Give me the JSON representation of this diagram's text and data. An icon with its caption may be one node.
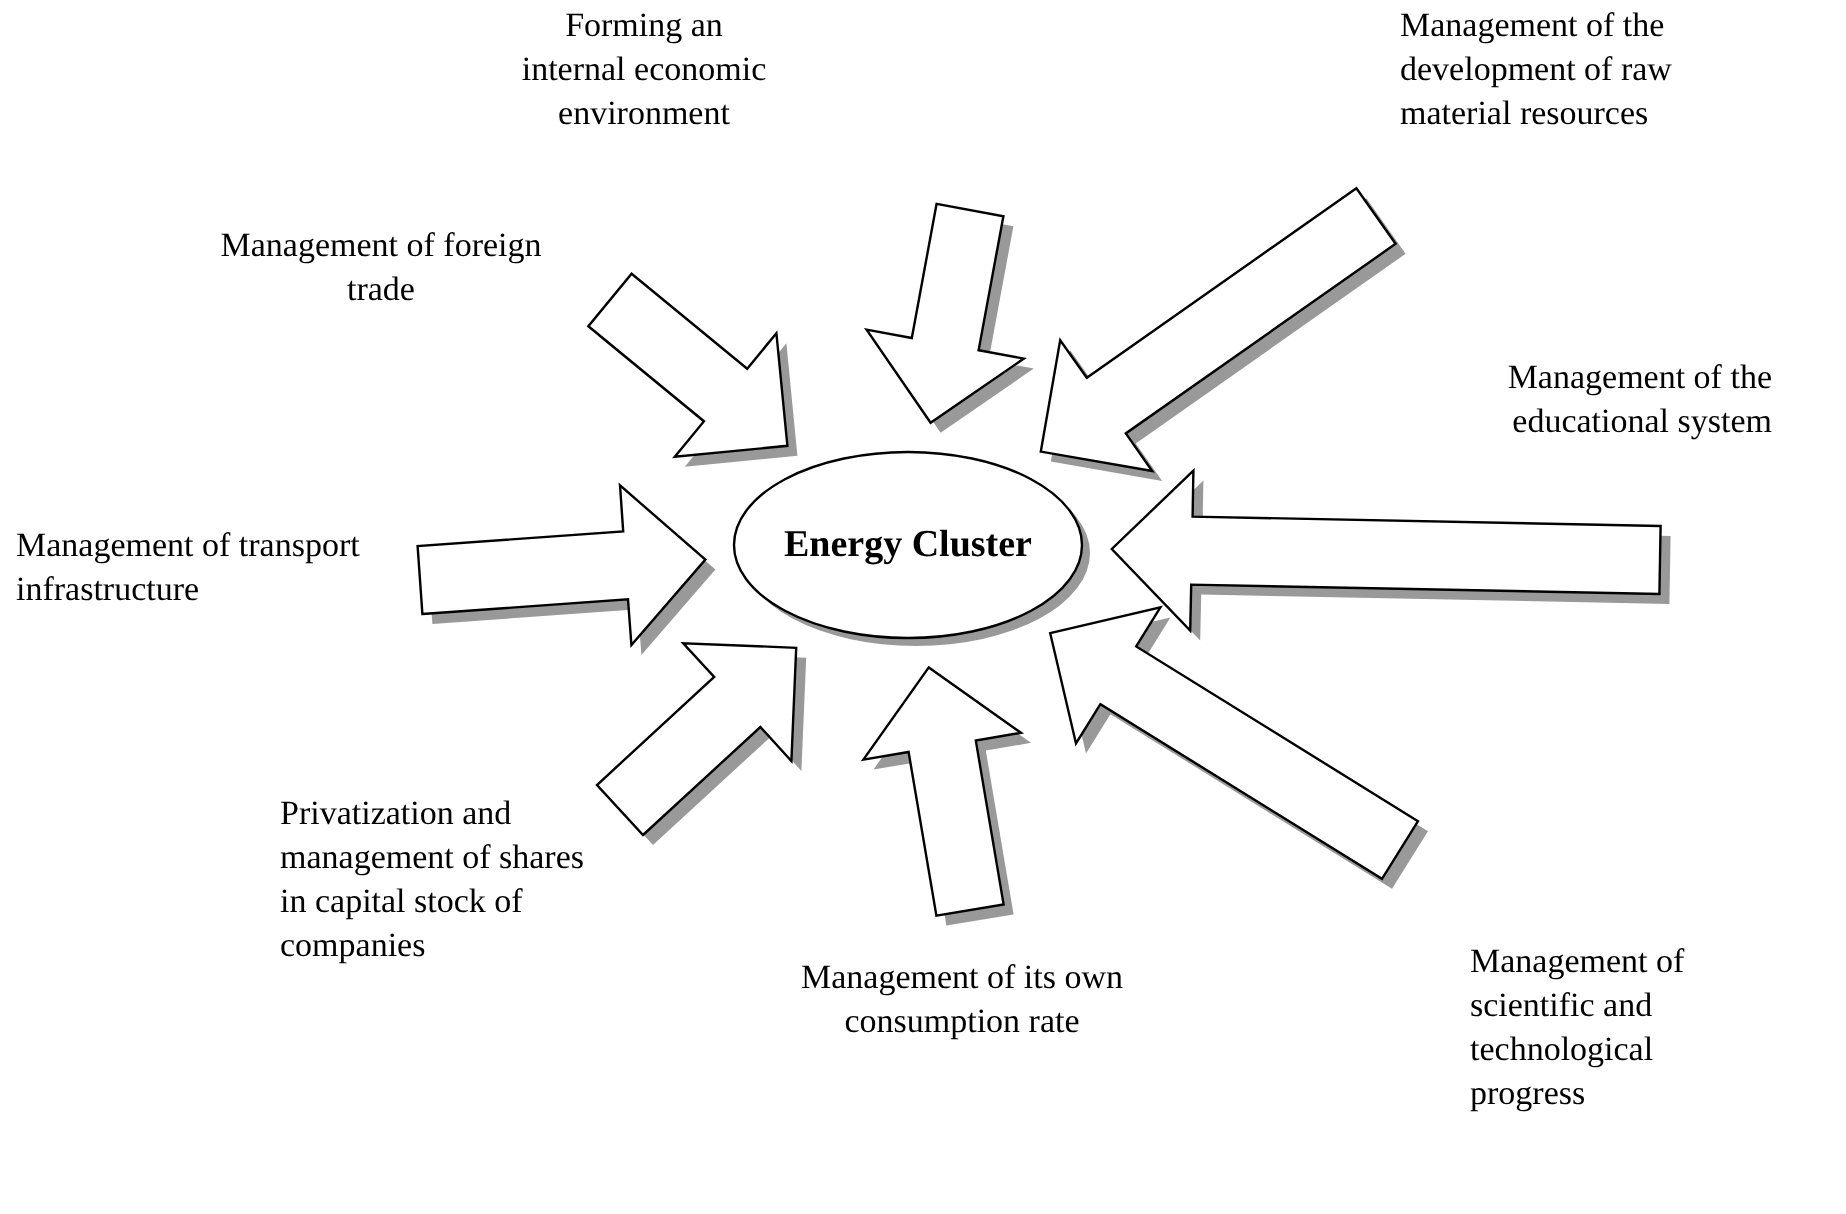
{
  "diagram": {
    "nodes": [
      {
        "text": [
          "Energy Cluster"
        ]
      },
      {
        "text": [
          "Management of foreign trade"
        ]
      },
      {
        "text": [
          "Forming an internal economic environment"
        ]
      },
      {
        "text": [
          "Management of the development of raw material resources"
        ]
      },
      {
        "text": [
          "Management of the educational system"
        ]
      },
      {
        "text": [
          "Management of transport infrastructure"
        ]
      },
      {
        "text": [
          "Privatization and management of shares in capital stock of companies"
        ]
      },
      {
        "text": [
          "Management of its own consumption rate"
        ]
      },
      {
        "text": [
          "Management of scientific and technological progress"
        ]
      }
    ],
    "edges": [
      {
        "from": 1,
        "to": 0,
        "arrow": "to"
      },
      {
        "from": 2,
        "to": 0,
        "arrow": "to"
      },
      {
        "from": 3,
        "to": 0,
        "arrow": "to"
      },
      {
        "from": 4,
        "to": 0,
        "arrow": "to"
      },
      {
        "from": 5,
        "to": 0,
        "arrow": "to"
      },
      {
        "from": 6,
        "to": 0,
        "arrow": "to"
      },
      {
        "from": 7,
        "to": 0,
        "arrow": "to"
      },
      {
        "from": 8,
        "to": 0,
        "arrow": "to"
      }
    ]
  }
}
